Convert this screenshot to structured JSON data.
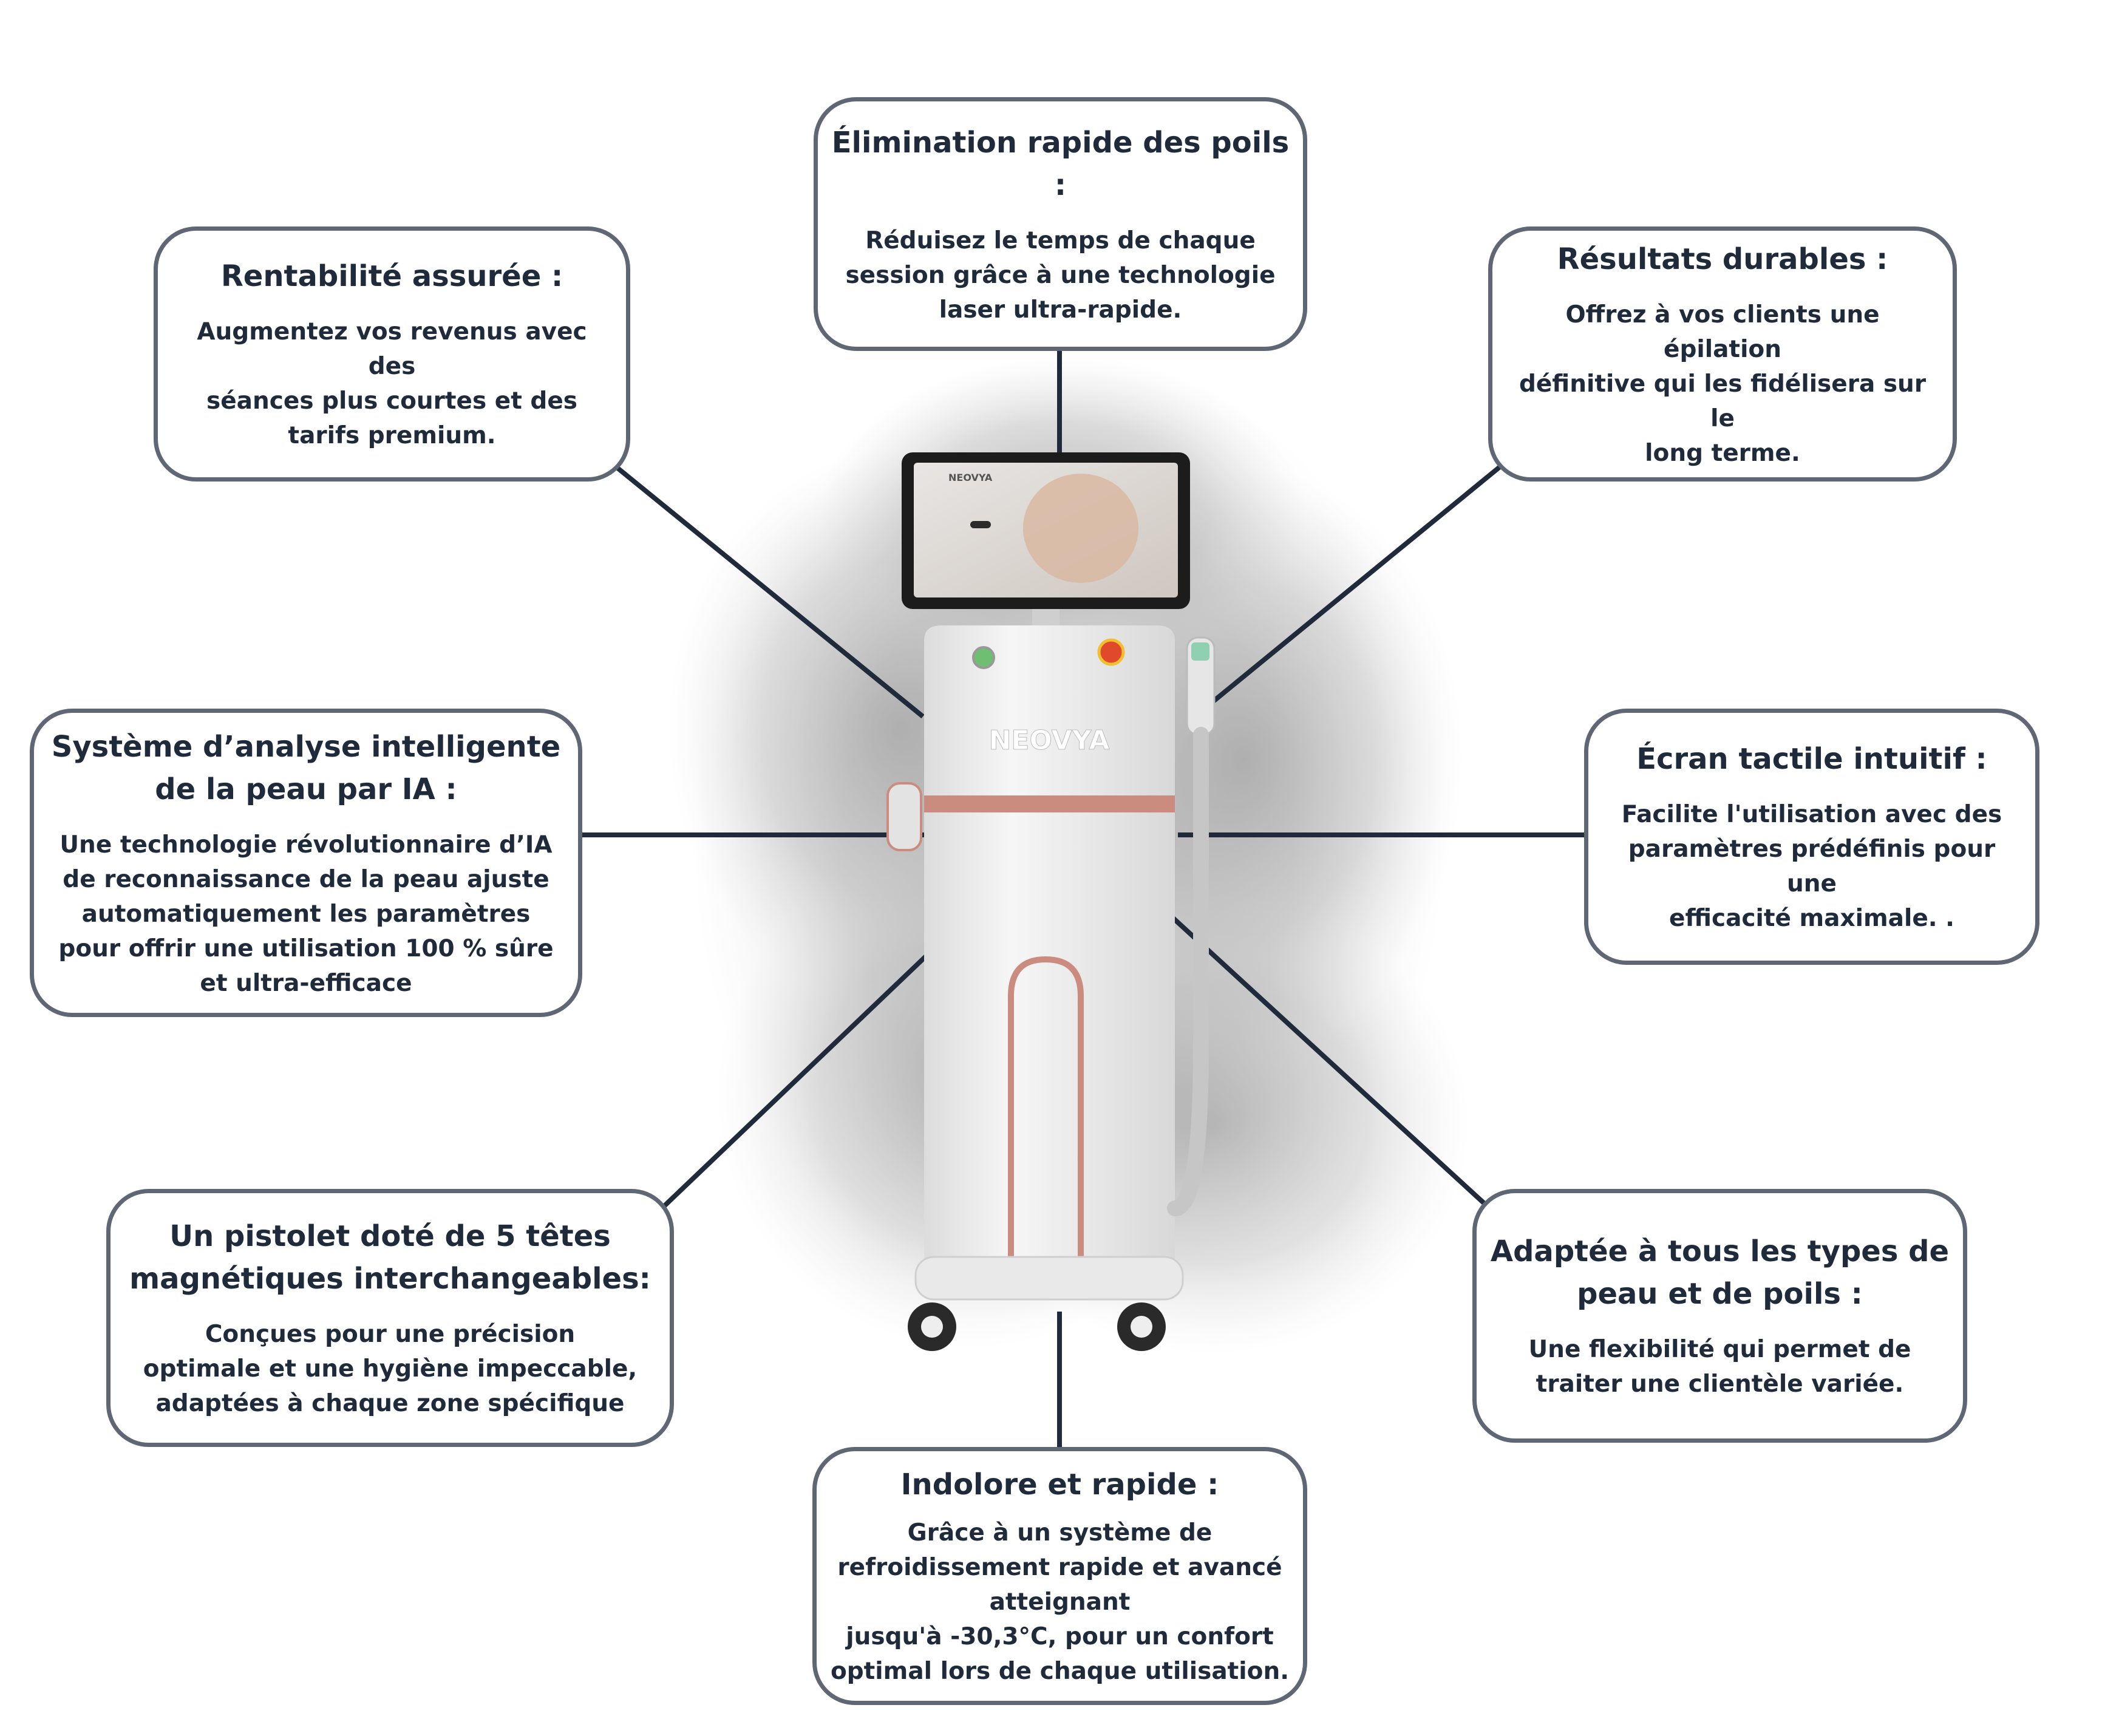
{
  "colors": {
    "line": "#1f2a3a",
    "border": "#5f6674",
    "text": "#1f2a3a",
    "accent_rose": "#c98c7e"
  },
  "device": {
    "logo": "NEOVYA"
  },
  "features": {
    "top": {
      "title": "Élimination rapide des poils :",
      "body": "Réduisez le temps de chaque\nsession grâce à une technologie\nlaser ultra-rapide."
    },
    "top_left": {
      "title": "Rentabilité assurée :",
      "body": "Augmentez vos revenus avec des\nséances plus courtes et des\ntarifs premium."
    },
    "top_right": {
      "title": "Résultats durables :",
      "body": "Offrez à vos clients une épilation\ndéfinitive qui les fidélisera sur le\nlong terme."
    },
    "mid_left": {
      "title": "Système d’analyse intelligente\nde la peau par IA :",
      "body": "Une technologie révolutionnaire d’IA\nde reconnaissance de la peau ajuste\nautomatiquement les paramètres\npour offrir une utilisation 100 % sûre\net ultra-efficace"
    },
    "mid_right": {
      "title": "Écran tactile intuitif :",
      "body": "Facilite l'utilisation avec des\nparamètres prédéfinis pour une\nefficacité maximale. ."
    },
    "bottom_left": {
      "title": "Un pistolet doté de 5 têtes\nmagnétiques interchangeables:",
      "body": "Conçues pour une précision\noptimale et une hygiène impeccable,\nadaptées à chaque zone spécifique"
    },
    "bottom_right": {
      "title": "Adaptée à tous les types de\npeau et de poils :",
      "body": "Une flexibilité qui permet de\ntraiter une clientèle variée."
    },
    "bottom": {
      "title": "Indolore et rapide :",
      "body": "Grâce à un système de\nrefroidissement rapide et avancé\natteignant\njusqu'à -30,3°C, pour un confort\noptimal lors de chaque utilisation."
    }
  }
}
